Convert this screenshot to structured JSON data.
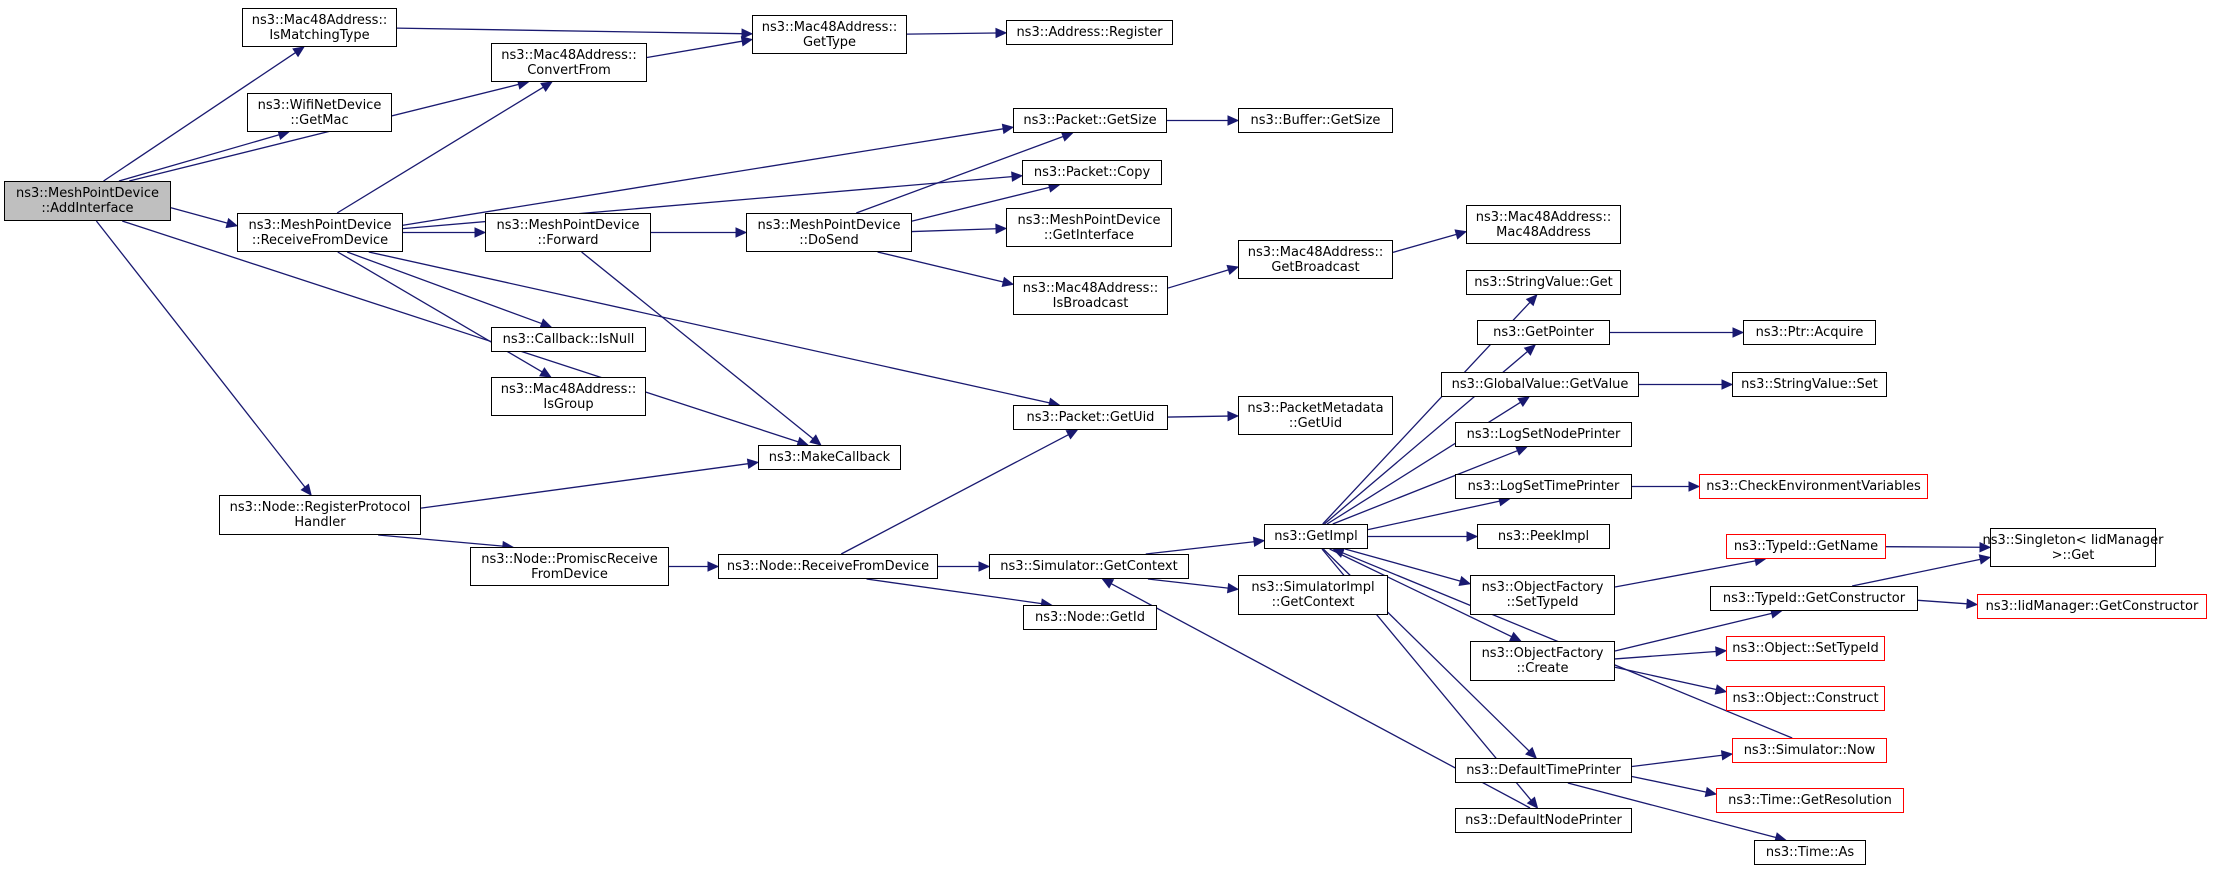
{
  "style": {
    "edge_color": "#191970",
    "truncated_border": "#ff0000",
    "root_fill": "#bfbfbf"
  },
  "nodes": {
    "add_interface": {
      "lines": [
        "ns3::MeshPointDevice",
        "::AddInterface"
      ]
    },
    "is_matching_type": {
      "lines": [
        "ns3::Mac48Address::",
        "IsMatchingType"
      ]
    },
    "wifi_get_mac": {
      "lines": [
        "ns3::WifiNetDevice",
        "::GetMac"
      ]
    },
    "convert_from": {
      "lines": [
        "ns3::Mac48Address::",
        "ConvertFrom"
      ]
    },
    "get_type": {
      "lines": [
        "ns3::Mac48Address::",
        "GetType"
      ]
    },
    "address_register": {
      "lines": [
        "ns3::Address::Register"
      ]
    },
    "packet_get_size": {
      "lines": [
        "ns3::Packet::GetSize"
      ]
    },
    "buffer_get_size": {
      "lines": [
        "ns3::Buffer::GetSize"
      ]
    },
    "packet_copy": {
      "lines": [
        "ns3::Packet::Copy"
      ]
    },
    "receive_from_device": {
      "lines": [
        "ns3::MeshPointDevice",
        "::ReceiveFromDevice"
      ]
    },
    "forward": {
      "lines": [
        "ns3::MeshPointDevice",
        "::Forward"
      ]
    },
    "do_send": {
      "lines": [
        "ns3::MeshPointDevice",
        "::DoSend"
      ]
    },
    "get_interface": {
      "lines": [
        "ns3::MeshPointDevice",
        "::GetInterface"
      ]
    },
    "is_broadcast": {
      "lines": [
        "ns3::Mac48Address::",
        "IsBroadcast"
      ]
    },
    "get_broadcast": {
      "lines": [
        "ns3::Mac48Address::",
        "GetBroadcast"
      ]
    },
    "mac48_ctor": {
      "lines": [
        "ns3::Mac48Address::",
        "Mac48Address"
      ]
    },
    "callback_is_null": {
      "lines": [
        "ns3::Callback::IsNull"
      ]
    },
    "is_group": {
      "lines": [
        "ns3::Mac48Address::",
        "IsGroup"
      ]
    },
    "make_callback": {
      "lines": [
        "ns3::MakeCallback"
      ]
    },
    "packet_get_uid": {
      "lines": [
        "ns3::Packet::GetUid"
      ]
    },
    "pm_get_uid": {
      "lines": [
        "ns3::PacketMetadata",
        "::GetUid"
      ]
    },
    "string_value_get": {
      "lines": [
        "ns3::StringValue::Get"
      ]
    },
    "get_pointer": {
      "lines": [
        "ns3::GetPointer"
      ]
    },
    "ptr_acquire": {
      "lines": [
        "ns3::Ptr::Acquire"
      ]
    },
    "global_value_get": {
      "lines": [
        "ns3::GlobalValue::GetValue"
      ]
    },
    "string_value_set": {
      "lines": [
        "ns3::StringValue::Set"
      ]
    },
    "log_set_node": {
      "lines": [
        "ns3::LogSetNodePrinter"
      ]
    },
    "log_set_time": {
      "lines": [
        "ns3::LogSetTimePrinter"
      ]
    },
    "check_env": {
      "lines": [
        "ns3::CheckEnvironmentVariables"
      ]
    },
    "register_protocol": {
      "lines": [
        "ns3::Node::RegisterProtocol",
        "Handler"
      ]
    },
    "promisc_receive": {
      "lines": [
        "ns3::Node::PromiscReceive",
        "FromDevice"
      ]
    },
    "node_receive": {
      "lines": [
        "ns3::Node::ReceiveFromDevice"
      ]
    },
    "sim_get_context": {
      "lines": [
        "ns3::Simulator::GetContext"
      ]
    },
    "get_impl": {
      "lines": [
        "ns3::GetImpl"
      ]
    },
    "peek_impl": {
      "lines": [
        "ns3::PeekImpl"
      ]
    },
    "simimpl_get_context": {
      "lines": [
        "ns3::SimulatorImpl",
        "::GetContext"
      ]
    },
    "node_get_id": {
      "lines": [
        "ns3::Node::GetId"
      ]
    },
    "of_set_type_id": {
      "lines": [
        "ns3::ObjectFactory",
        "::SetTypeId"
      ]
    },
    "of_create": {
      "lines": [
        "ns3::ObjectFactory",
        "::Create"
      ]
    },
    "typeid_get_name": {
      "lines": [
        "ns3::TypeId::GetName"
      ]
    },
    "singleton_get": {
      "lines": [
        "ns3::Singleton< IidManager",
        ">::Get"
      ]
    },
    "typeid_get_ctor": {
      "lines": [
        "ns3::TypeId::GetConstructor"
      ]
    },
    "iid_get_ctor": {
      "lines": [
        "ns3::IidManager::GetConstructor"
      ]
    },
    "object_set_type_id": {
      "lines": [
        "ns3::Object::SetTypeId"
      ]
    },
    "object_construct": {
      "lines": [
        "ns3::Object::Construct"
      ]
    },
    "simulator_now": {
      "lines": [
        "ns3::Simulator::Now"
      ]
    },
    "default_time_printer": {
      "lines": [
        "ns3::DefaultTimePrinter"
      ]
    },
    "time_get_resolution": {
      "lines": [
        "ns3::Time::GetResolution"
      ]
    },
    "default_node_printer": {
      "lines": [
        "ns3::DefaultNodePrinter"
      ]
    },
    "time_as": {
      "lines": [
        "ns3::Time::As"
      ]
    }
  },
  "edges": [
    [
      "add_interface",
      "is_matching_type"
    ],
    [
      "add_interface",
      "wifi_get_mac"
    ],
    [
      "add_interface",
      "convert_from"
    ],
    [
      "add_interface",
      "receive_from_device"
    ],
    [
      "add_interface",
      "make_callback"
    ],
    [
      "add_interface",
      "register_protocol"
    ],
    [
      "is_matching_type",
      "get_type"
    ],
    [
      "convert_from",
      "get_type"
    ],
    [
      "get_type",
      "address_register"
    ],
    [
      "receive_from_device",
      "convert_from"
    ],
    [
      "receive_from_device",
      "packet_get_size"
    ],
    [
      "receive_from_device",
      "packet_copy"
    ],
    [
      "receive_from_device",
      "forward"
    ],
    [
      "receive_from_device",
      "callback_is_null"
    ],
    [
      "receive_from_device",
      "is_group"
    ],
    [
      "receive_from_device",
      "packet_get_uid"
    ],
    [
      "forward",
      "do_send"
    ],
    [
      "forward",
      "make_callback"
    ],
    [
      "do_send",
      "packet_get_size"
    ],
    [
      "do_send",
      "packet_copy"
    ],
    [
      "do_send",
      "get_interface"
    ],
    [
      "do_send",
      "is_broadcast"
    ],
    [
      "packet_get_size",
      "buffer_get_size"
    ],
    [
      "is_broadcast",
      "get_broadcast"
    ],
    [
      "get_broadcast",
      "mac48_ctor"
    ],
    [
      "packet_get_uid",
      "pm_get_uid"
    ],
    [
      "register_protocol",
      "make_callback"
    ],
    [
      "register_protocol",
      "promisc_receive"
    ],
    [
      "promisc_receive",
      "node_receive"
    ],
    [
      "node_receive",
      "packet_get_uid"
    ],
    [
      "node_receive",
      "sim_get_context"
    ],
    [
      "node_receive",
      "node_get_id"
    ],
    [
      "sim_get_context",
      "get_impl"
    ],
    [
      "sim_get_context",
      "simimpl_get_context"
    ],
    [
      "get_impl",
      "string_value_get"
    ],
    [
      "get_impl",
      "get_pointer"
    ],
    [
      "get_impl",
      "global_value_get"
    ],
    [
      "get_impl",
      "log_set_node"
    ],
    [
      "get_impl",
      "log_set_time"
    ],
    [
      "get_impl",
      "peek_impl"
    ],
    [
      "get_impl",
      "of_set_type_id"
    ],
    [
      "get_impl",
      "of_create"
    ],
    [
      "get_impl",
      "default_time_printer"
    ],
    [
      "get_impl",
      "default_node_printer"
    ],
    [
      "get_pointer",
      "ptr_acquire"
    ],
    [
      "global_value_get",
      "string_value_set"
    ],
    [
      "log_set_time",
      "check_env"
    ],
    [
      "of_set_type_id",
      "typeid_get_name"
    ],
    [
      "typeid_get_name",
      "singleton_get"
    ],
    [
      "of_create",
      "typeid_get_ctor"
    ],
    [
      "of_create",
      "object_set_type_id"
    ],
    [
      "of_create",
      "object_construct"
    ],
    [
      "typeid_get_ctor",
      "singleton_get"
    ],
    [
      "typeid_get_ctor",
      "iid_get_ctor"
    ],
    [
      "simulator_now",
      "get_impl"
    ],
    [
      "default_time_printer",
      "simulator_now"
    ],
    [
      "default_time_printer",
      "time_get_resolution"
    ],
    [
      "default_time_printer",
      "time_as"
    ],
    [
      "default_node_printer",
      "sim_get_context"
    ]
  ]
}
